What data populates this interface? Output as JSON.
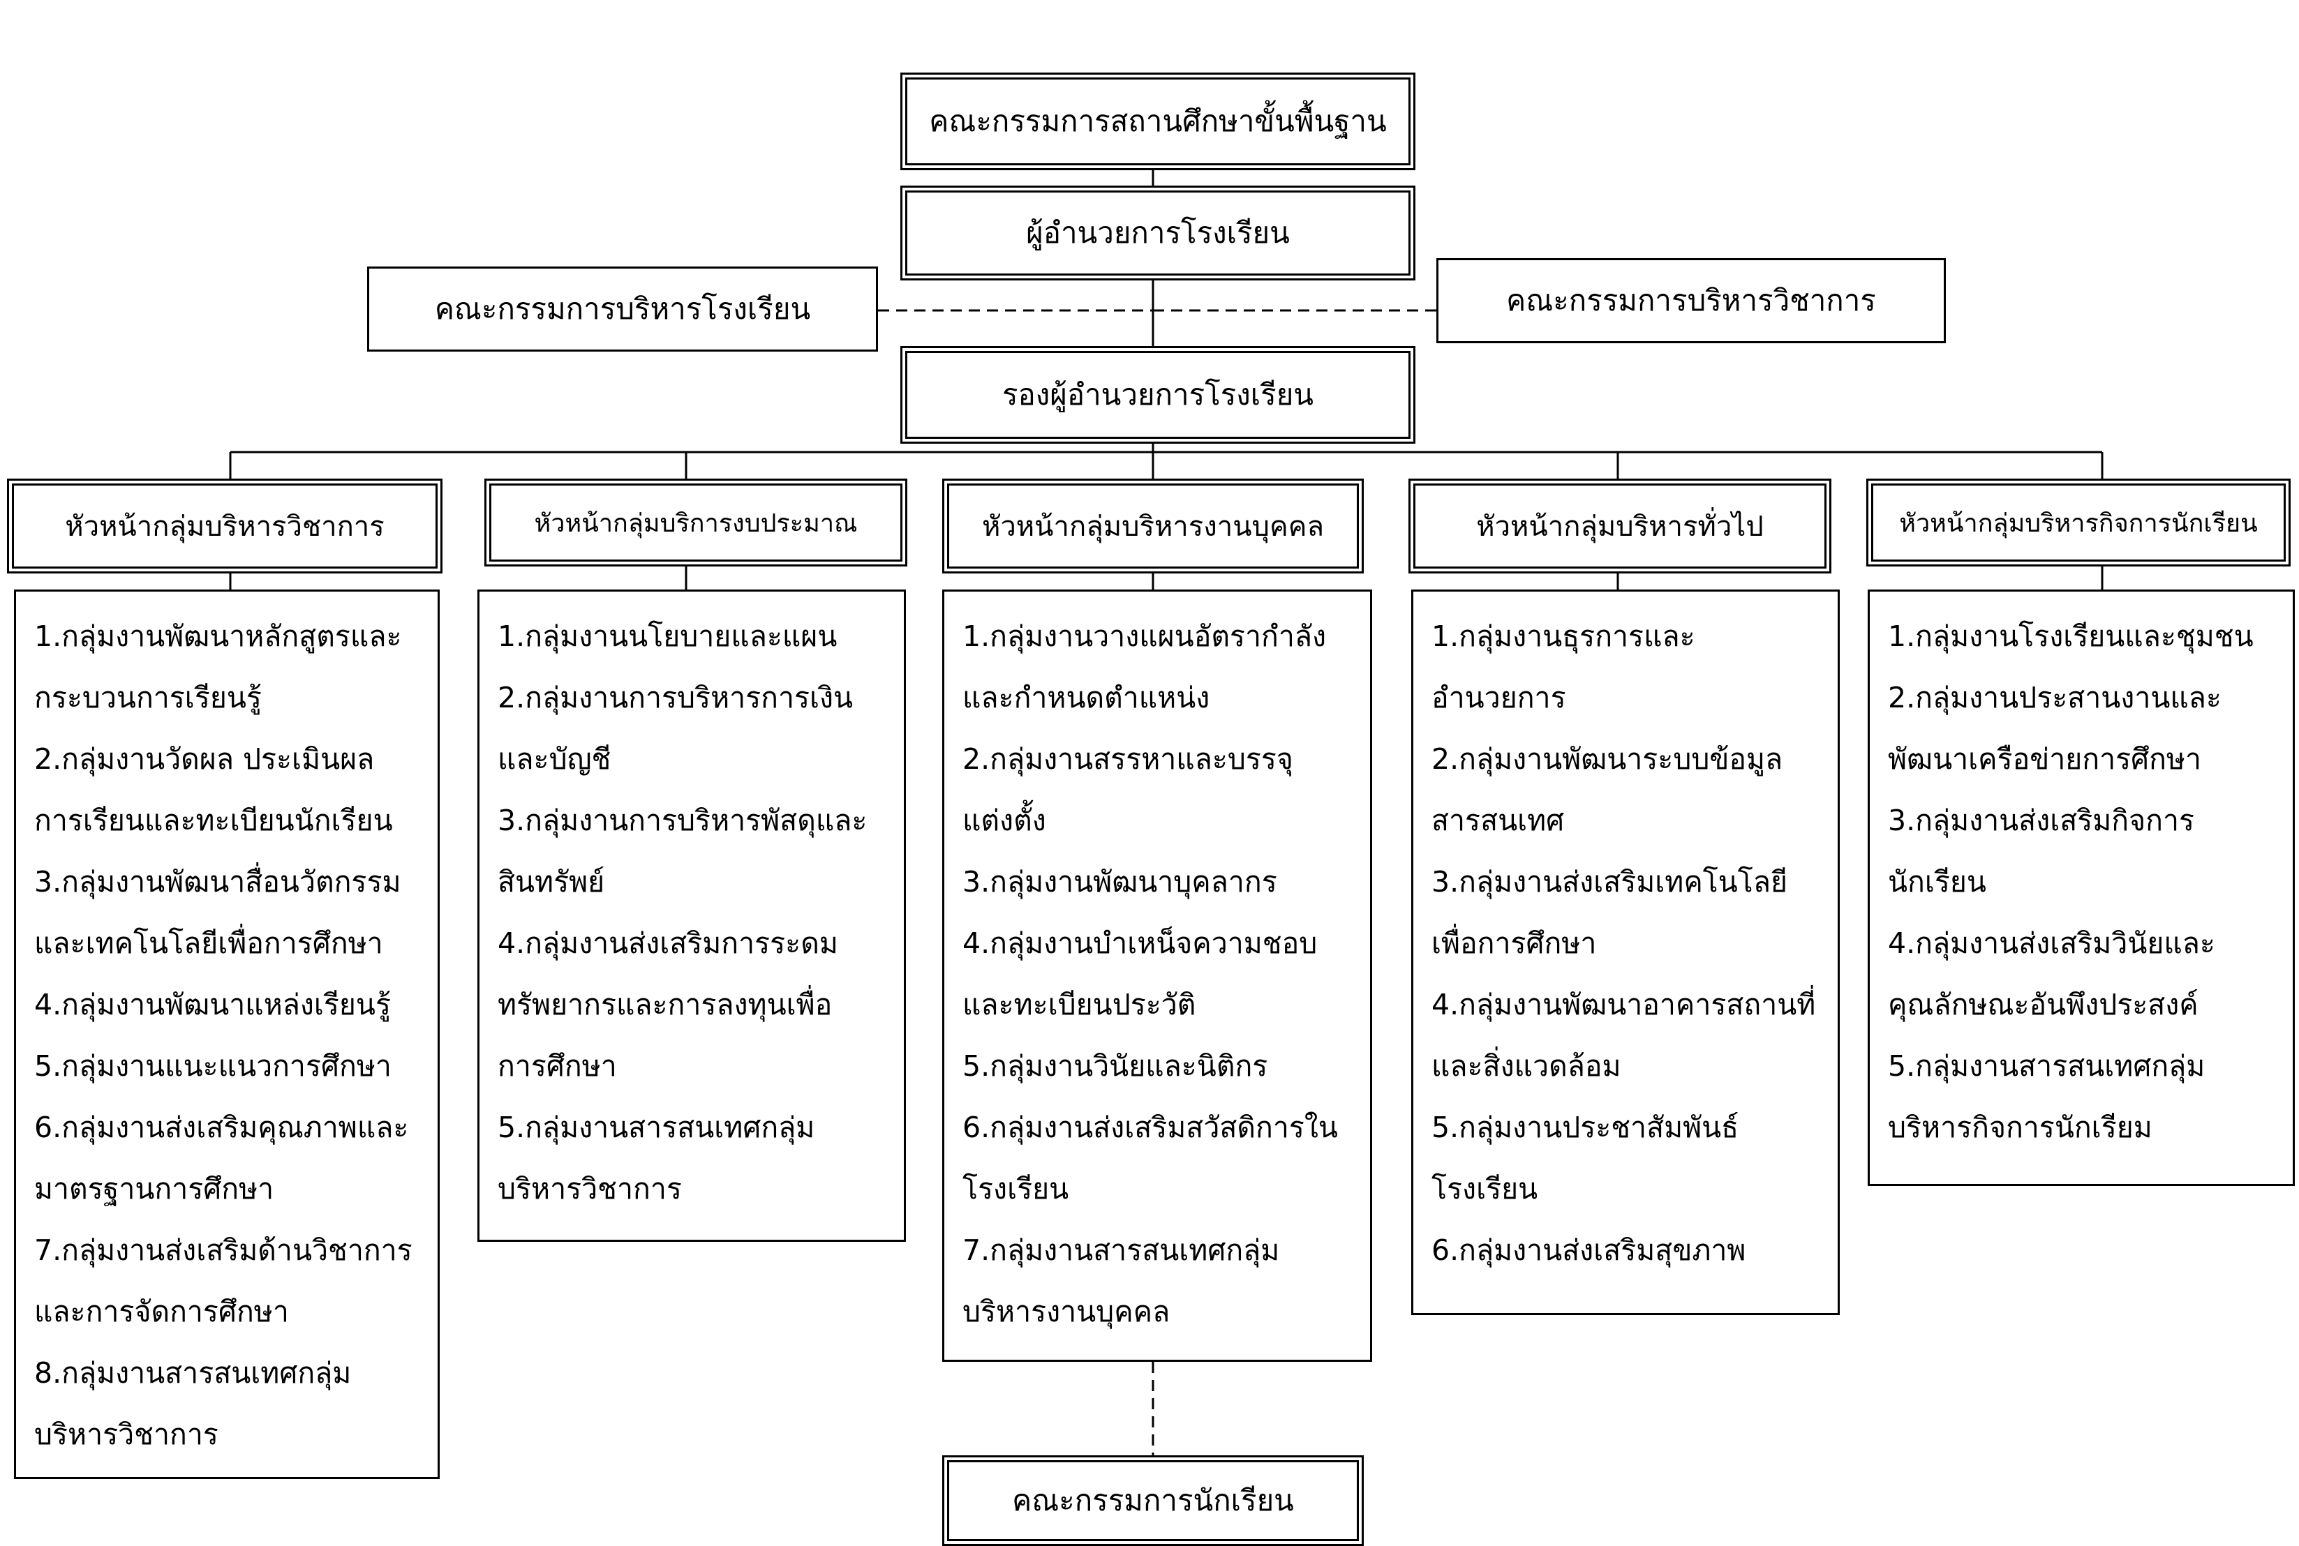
{
  "top": {
    "basic_committee": "คณะกรรมการสถานศึกษาขั้นพื้นฐาน",
    "director": "ผู้อำนวยการโรงเรียน",
    "school_admin_committee": "คณะกรรมการบริหารโรงเรียน",
    "academic_admin_committee": "คณะกรรมการบริหารวิชาการ",
    "deputy_director": "รองผู้อำนวยการโรงเรียน",
    "student_committee": "คณะกรรมการนักเรียน"
  },
  "departments": [
    {
      "head": "หัวหน้ากลุ่มบริหารวิชาการ",
      "lines": [
        "1.กลุ่มงานพัฒนาหลักสูตรและ",
        "กระบวนการเรียนรู้",
        "2.กลุ่มงานวัดผล ประเมินผล",
        "การเรียนและทะเบียนนักเรียน",
        "3.กลุ่มงานพัฒนาสื่อนวัตกรรม",
        "และเทคโนโลยีเพื่อการศึกษา",
        "4.กลุ่มงานพัฒนาแหล่งเรียนรู้",
        "5.กลุ่มงานแนะแนวการศึกษา",
        "6.กลุ่มงานส่งเสริมคุณภาพและ",
        "มาตรฐานการศึกษา",
        "7.กลุ่มงานส่งเสริมด้านวิชาการ",
        "และการจัดการศึกษา",
        "8.กลุ่มงานสารสนเทศกลุ่ม",
        "บริหารวิชาการ"
      ]
    },
    {
      "head": "หัวหน้ากลุ่มบริการงบประมาณ",
      "lines": [
        "1.กลุ่มงานนโยบายและแผน",
        "2.กลุ่มงานการบริหารการเงิน",
        "และบัญชี",
        "3.กลุ่มงานการบริหารพัสดุและ",
        "สินทรัพย์",
        "4.กลุ่มงานส่งเสริมการระดม",
        "ทรัพยากรและการลงทุนเพื่อ",
        "การศึกษา",
        "5.กลุ่มงานสารสนเทศกลุ่ม",
        "บริหารวิชาการ"
      ]
    },
    {
      "head": "หัวหน้ากลุ่มบริหารงานบุคคล",
      "lines": [
        "1.กลุ่มงานวางแผนอัตรากำลัง",
        "และกำหนดตำแหน่ง",
        "2.กลุ่มงานสรรหาและบรรจุ",
        "แต่งตั้ง",
        "3.กลุ่มงานพัฒนาบุคลากร",
        "4.กลุ่มงานบำเหน็จความชอบ",
        "และทะเบียนประวัติ",
        "5.กลุ่มงานวินัยและนิติกร",
        "6.กลุ่มงานส่งเสริมสวัสดิการใน",
        "โรงเรียน",
        "7.กลุ่มงานสารสนเทศกลุ่ม",
        "บริหารงานบุคคล"
      ]
    },
    {
      "head": "หัวหน้ากลุ่มบริหารทั่วไป",
      "lines": [
        "1.กลุ่มงานธุรการและ",
        "อำนวยการ",
        "2.กลุ่มงานพัฒนาระบบข้อมูล",
        "สารสนเทศ",
        "3.กลุ่มงานส่งเสริมเทคโนโลยี",
        "เพื่อการศึกษา",
        "4.กลุ่มงานพัฒนาอาคารสถานที่",
        "และสิ่งแวดล้อม",
        "5.กลุ่มงานประชาสัมพันธ์",
        "โรงเรียน",
        "6.กลุ่มงานส่งเสริมสุขภาพ"
      ]
    },
    {
      "head": "หัวหน้ากลุ่มบริหารกิจการนักเรียน",
      "lines": [
        "1.กลุ่มงานโรงเรียนและชุมชน",
        "2.กลุ่มงานประสานงานและ",
        "พัฒนาเครือข่ายการศึกษา",
        "3.กลุ่มงานส่งเสริมกิจการ",
        "นักเรียน",
        "4.กลุ่มงานส่งเสริมวินัยและ",
        "คุณลักษณะอันพึงประสงค์",
        "5.กลุ่มงานสารสนเทศกลุ่ม",
        "บริหารกิจการนักเรียม"
      ]
    }
  ]
}
